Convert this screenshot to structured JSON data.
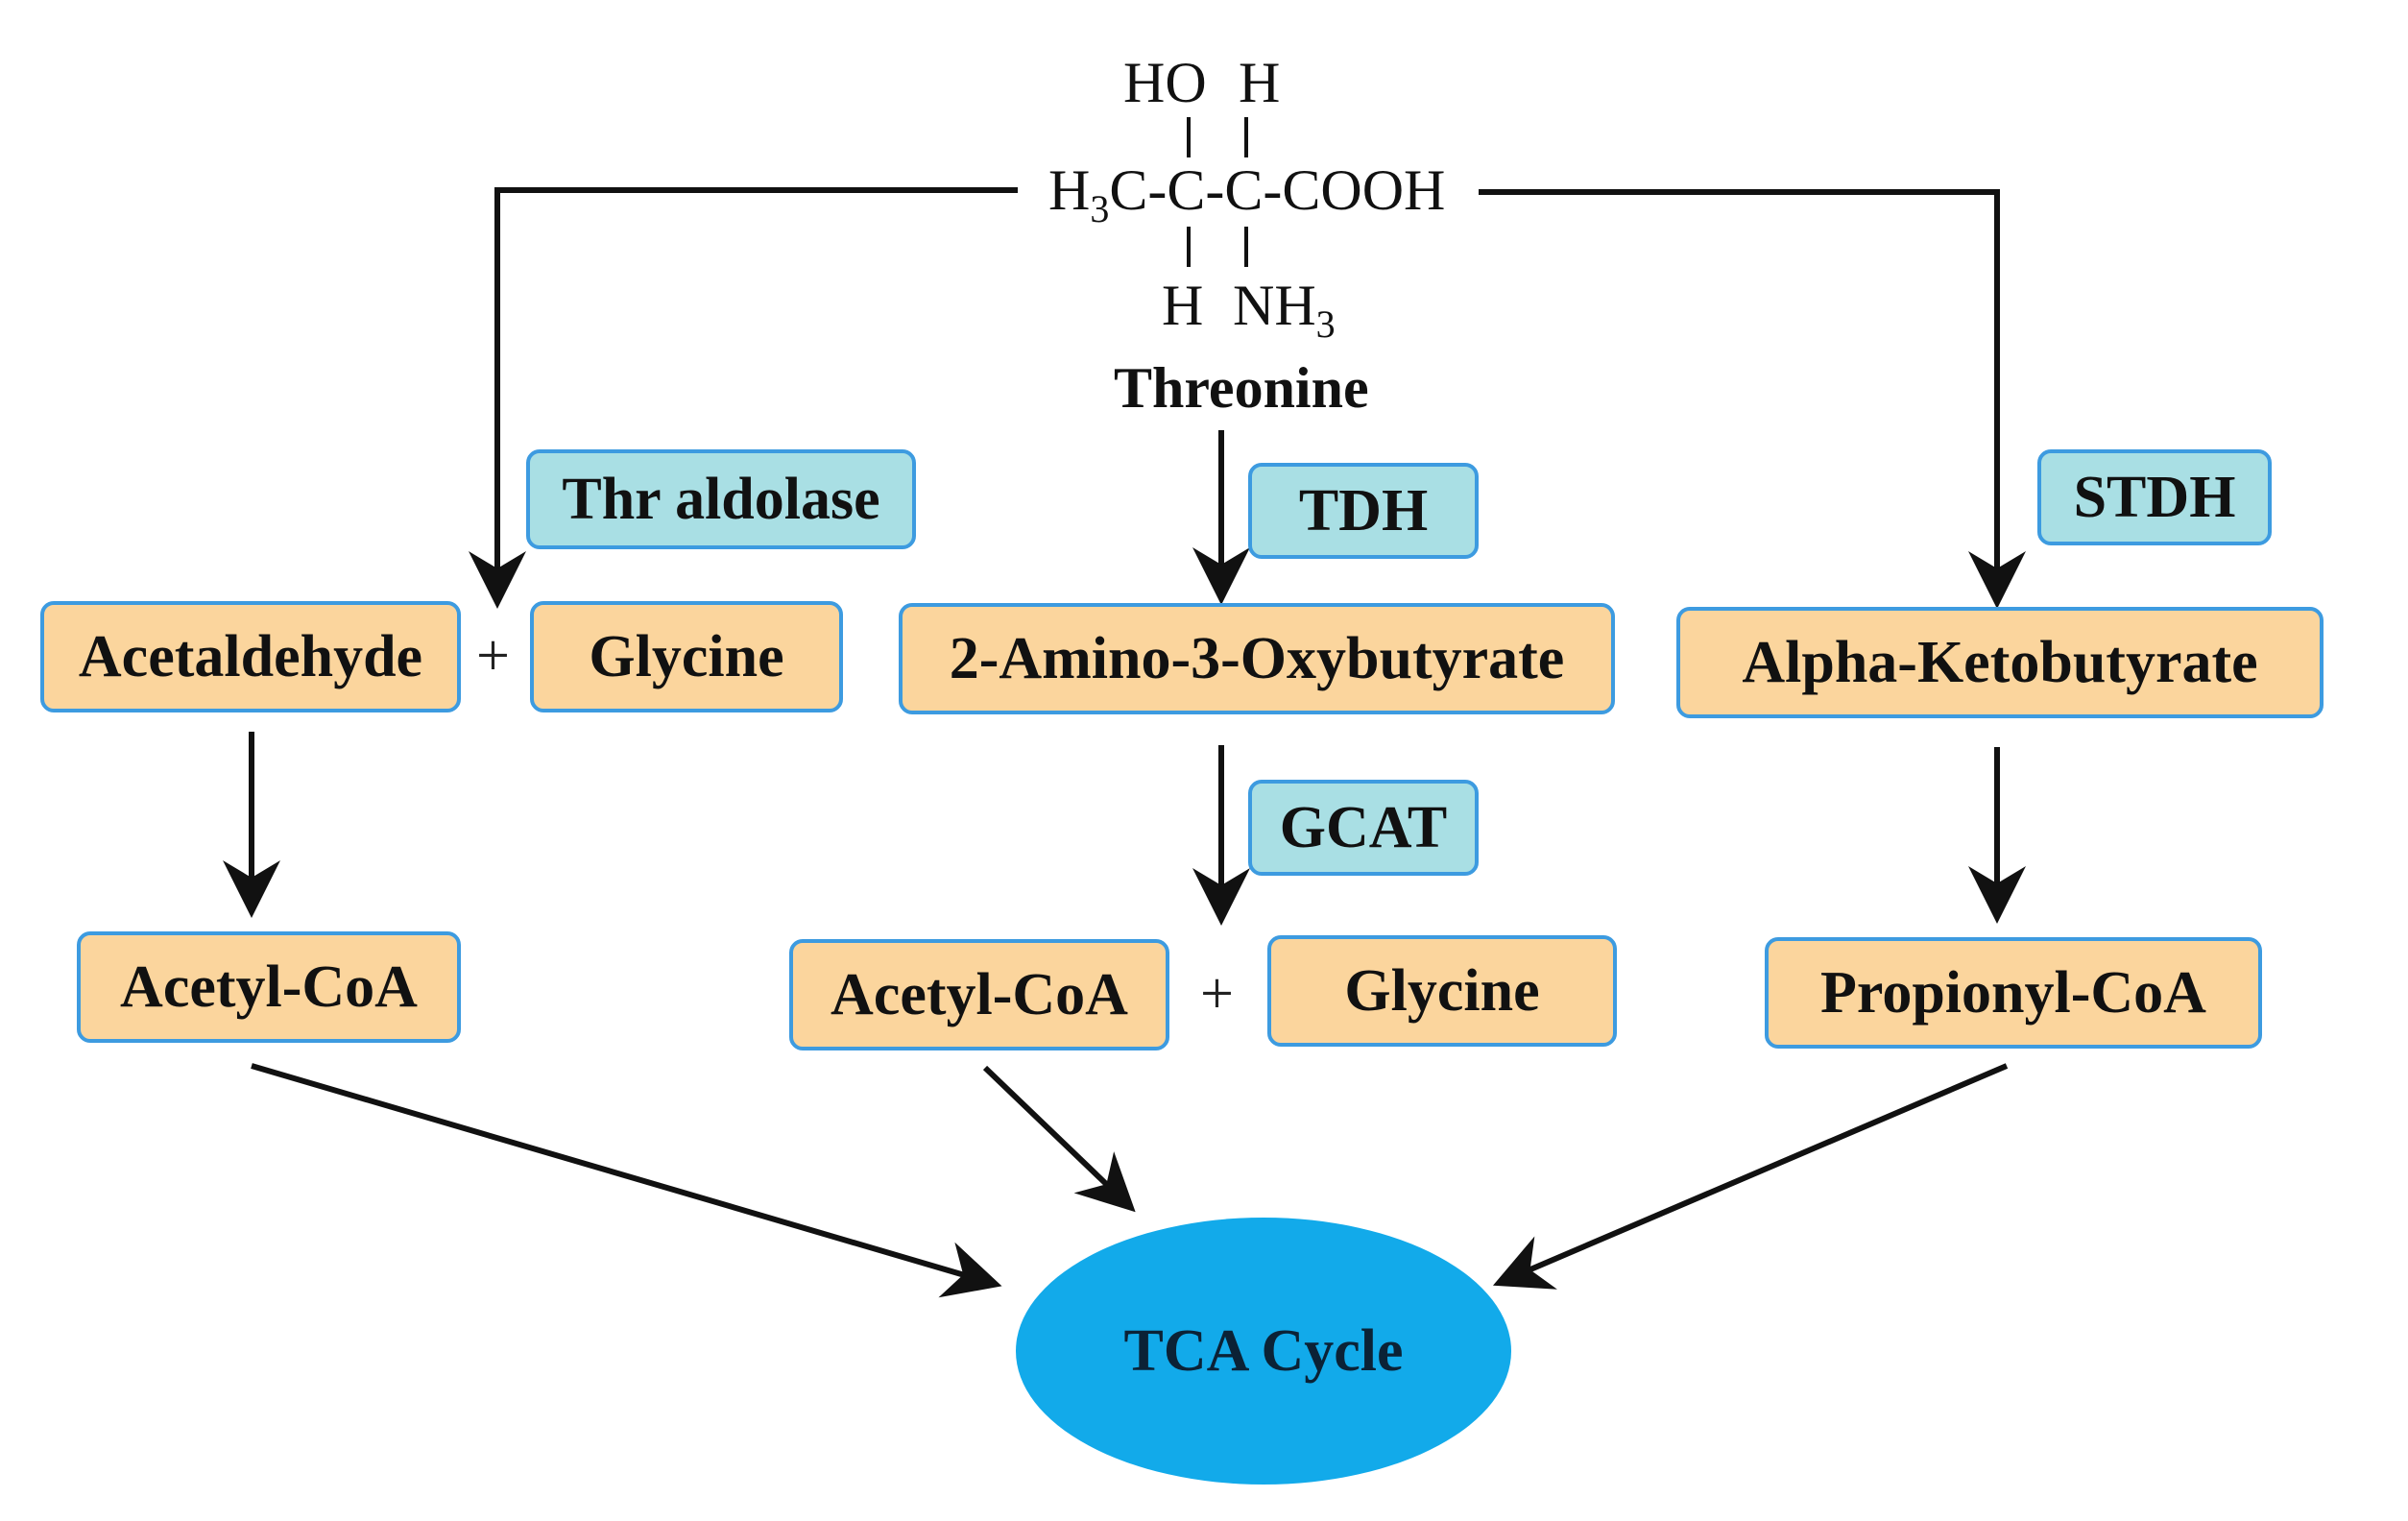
{
  "threonine": {
    "formula_top_left": "HO",
    "formula_top_right": "H",
    "formula_main_prefix": "H",
    "formula_main_sub": "3",
    "formula_main_suffix": "C-C-C-COOH",
    "formula_bottom_left": "H",
    "formula_bottom_right_prefix": "NH",
    "formula_bottom_right_sub": "3",
    "name": "Threonine"
  },
  "enzymes": {
    "thr_aldolase": "Thr aldolase",
    "tdh": "TDH",
    "stdh": "STDH",
    "gcat": "GCAT"
  },
  "metabolites": {
    "acetaldehyde": "Acetaldehyde",
    "glycine_left": "Glycine",
    "amino_oxybutyrate": "2-Amino-3-Oxybutyrate",
    "alpha_ketobutyrate": "Alpha-Ketobutyrate",
    "acetyl_coa_left": "Acetyl-CoA",
    "acetyl_coa_mid": "Acetyl-CoA",
    "glycine_mid": "Glycine",
    "propionyl_coa": "Propionyl-CoA"
  },
  "plus_sign": "+",
  "tca_cycle": "TCA Cycle",
  "colors": {
    "metabolite_fill": "#fbd59d",
    "enzyme_fill": "#a9dfe4",
    "box_border": "#3d9be0",
    "tca_fill": "#12aaea"
  }
}
